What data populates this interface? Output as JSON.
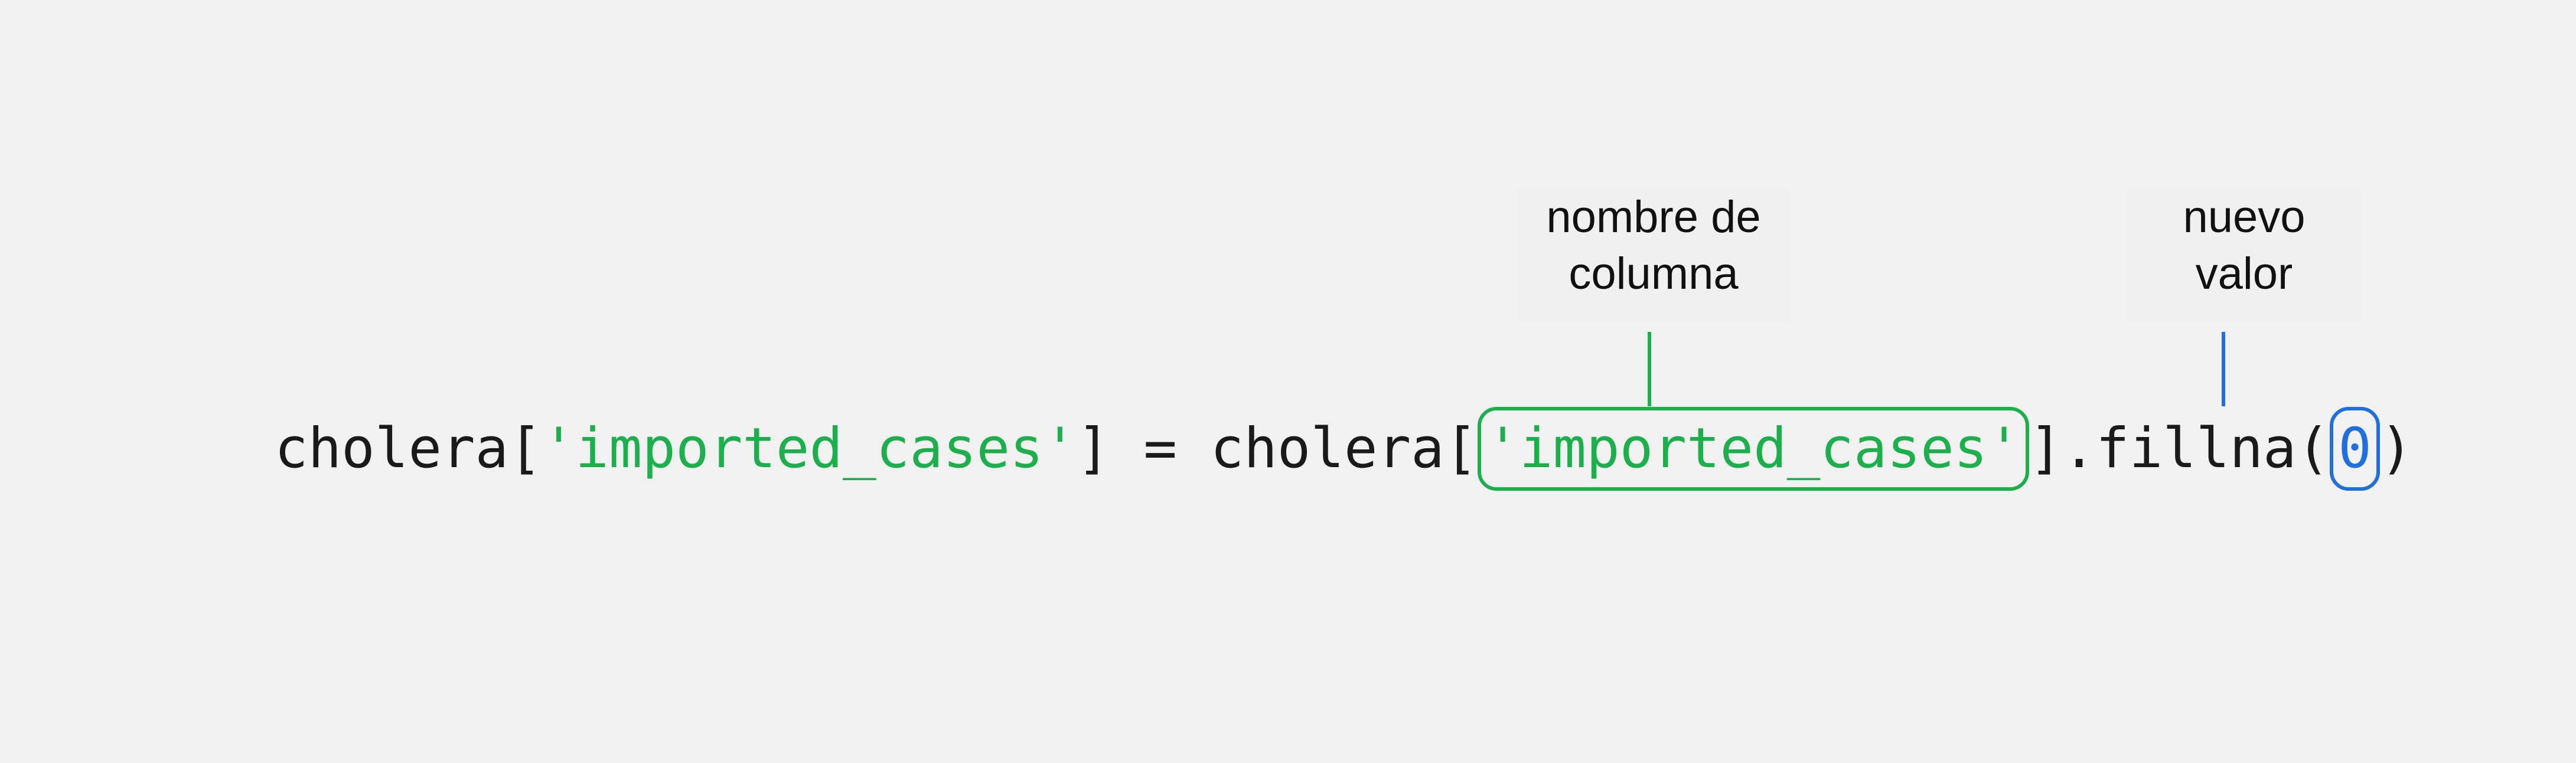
{
  "code": {
    "var1": "cholera",
    "bracket_open_1": "[",
    "col1": "'imported_cases'",
    "bracket_close_1": "]",
    "assign": " = ",
    "var2": "cholera",
    "bracket_open_2": "[",
    "col2": "'imported_cases'",
    "bracket_close_method": "].fillna(",
    "value": "0",
    "paren_close": ")"
  },
  "annotations": {
    "column_name": {
      "line1": "nombre de",
      "line2": "columna",
      "color": "#1bb04b"
    },
    "new_value": {
      "line1": "nuevo",
      "line2": "valor",
      "color": "#1f6fe0"
    }
  }
}
